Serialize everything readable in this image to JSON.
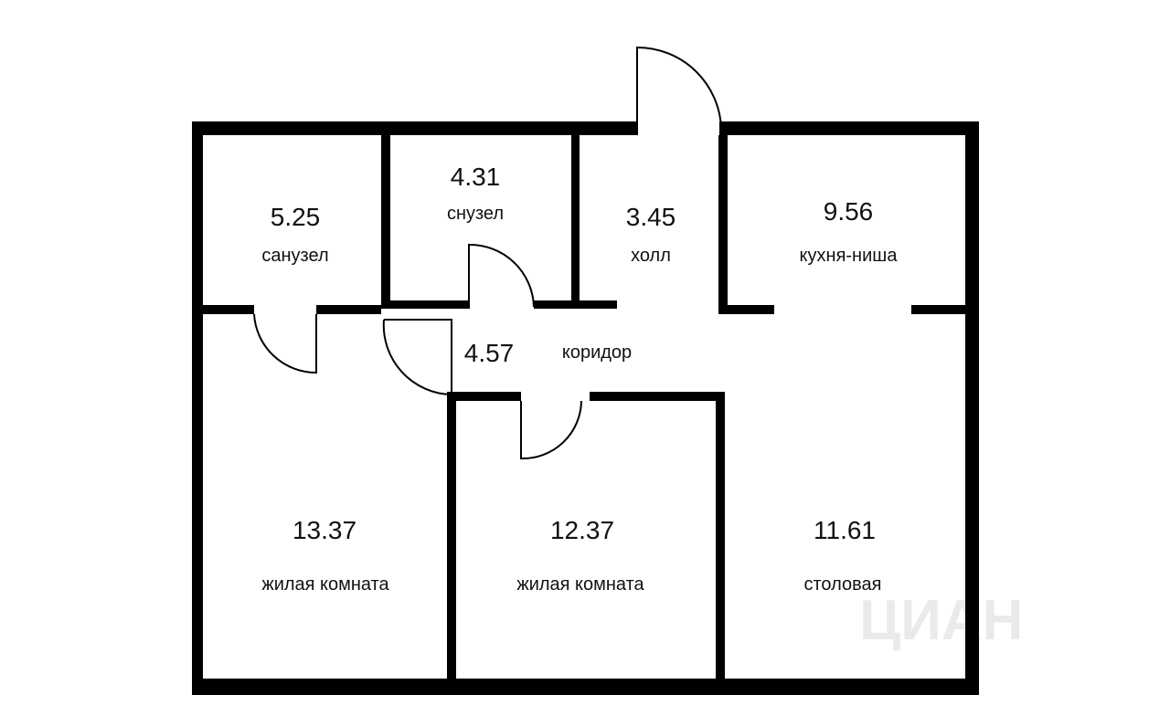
{
  "rooms": [
    {
      "id": "sanuzel-1",
      "area": "5.25",
      "name": "санузел"
    },
    {
      "id": "snuzel",
      "area": "4.31",
      "name": "снузел"
    },
    {
      "id": "holl",
      "area": "3.45",
      "name": "холл"
    },
    {
      "id": "kitchen",
      "area": "9.56",
      "name": "кухня-ниша"
    },
    {
      "id": "corridor",
      "area": "4.57",
      "name": "коридор"
    },
    {
      "id": "living-1",
      "area": "13.37",
      "name": "жилая комната"
    },
    {
      "id": "living-2",
      "area": "12.37",
      "name": "жилая комната"
    },
    {
      "id": "dining",
      "area": "11.61",
      "name": "столовая"
    }
  ],
  "watermark": {
    "text": "ЦИАН",
    "color": "#000000"
  },
  "colors": {
    "wall": "#000000",
    "background": "#ffffff"
  }
}
